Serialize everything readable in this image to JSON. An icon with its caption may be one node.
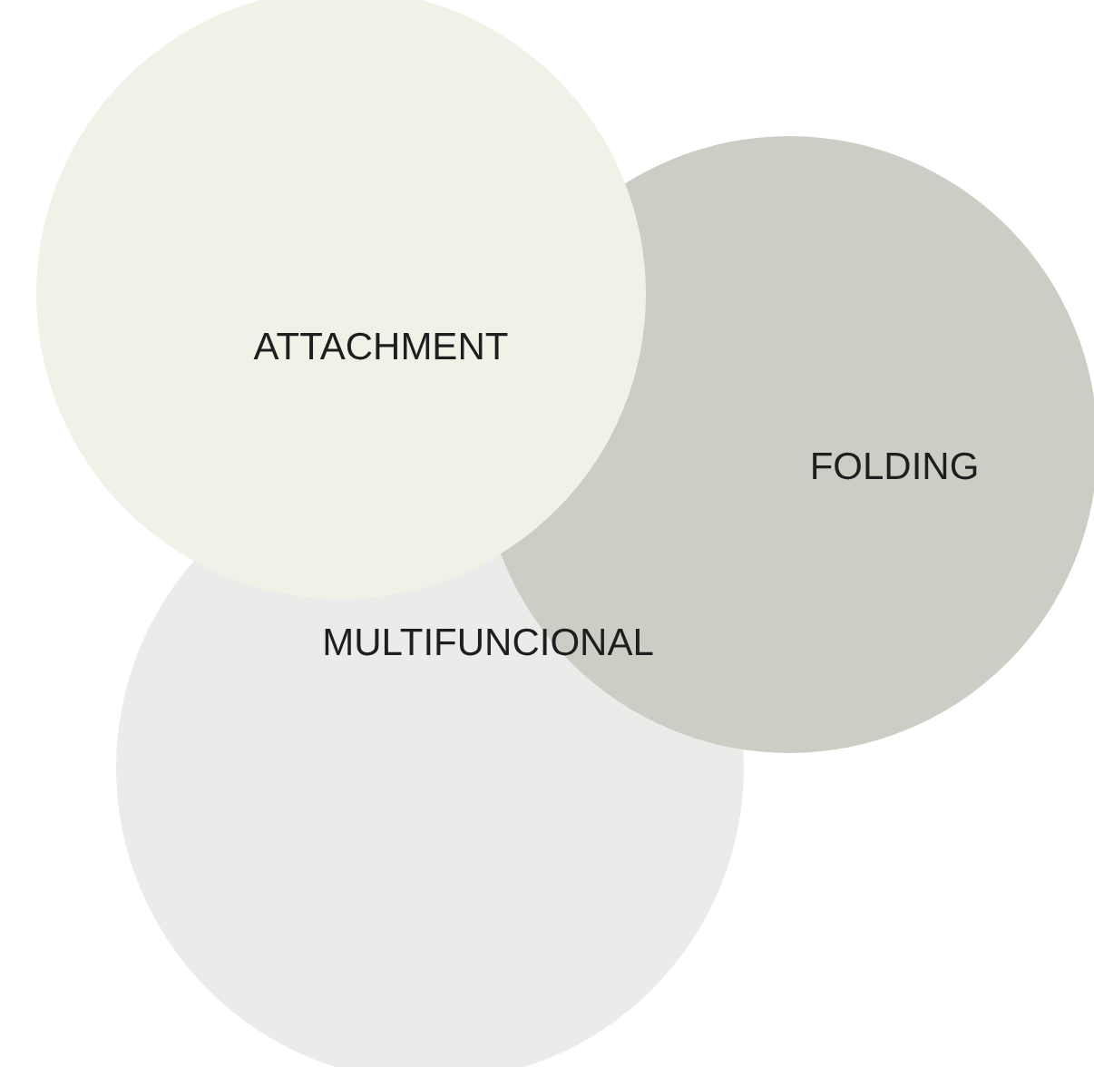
{
  "diagram": {
    "nodes": [
      {
        "text": [
          "ATTACHMENT"
        ]
      },
      {
        "text": [
          "FOLDING"
        ]
      },
      {
        "text": [
          "MULTIFUNCIONAL"
        ]
      }
    ]
  }
}
